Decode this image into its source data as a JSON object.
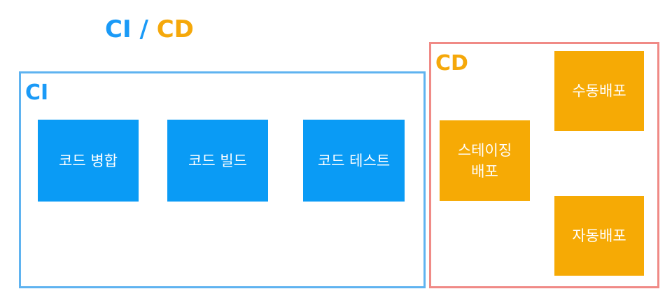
{
  "title": {
    "ci": "CI",
    "separator": " / ",
    "cd": "CD"
  },
  "ci": {
    "label": "CI",
    "steps": [
      "코드 병합",
      "코드 빌드",
      "코드 테스트"
    ]
  },
  "cd": {
    "label": "CD",
    "staging": "스테이징\n배포",
    "manual": "수동배포",
    "auto": "자동배포"
  },
  "colors": {
    "ci_text": "#1a9af7",
    "ci_box": "#0a9bf5",
    "ci_border": "#5fb3f0",
    "cd_text": "#f5a80a",
    "cd_box": "#f6aa05",
    "cd_border": "#f08a86"
  }
}
